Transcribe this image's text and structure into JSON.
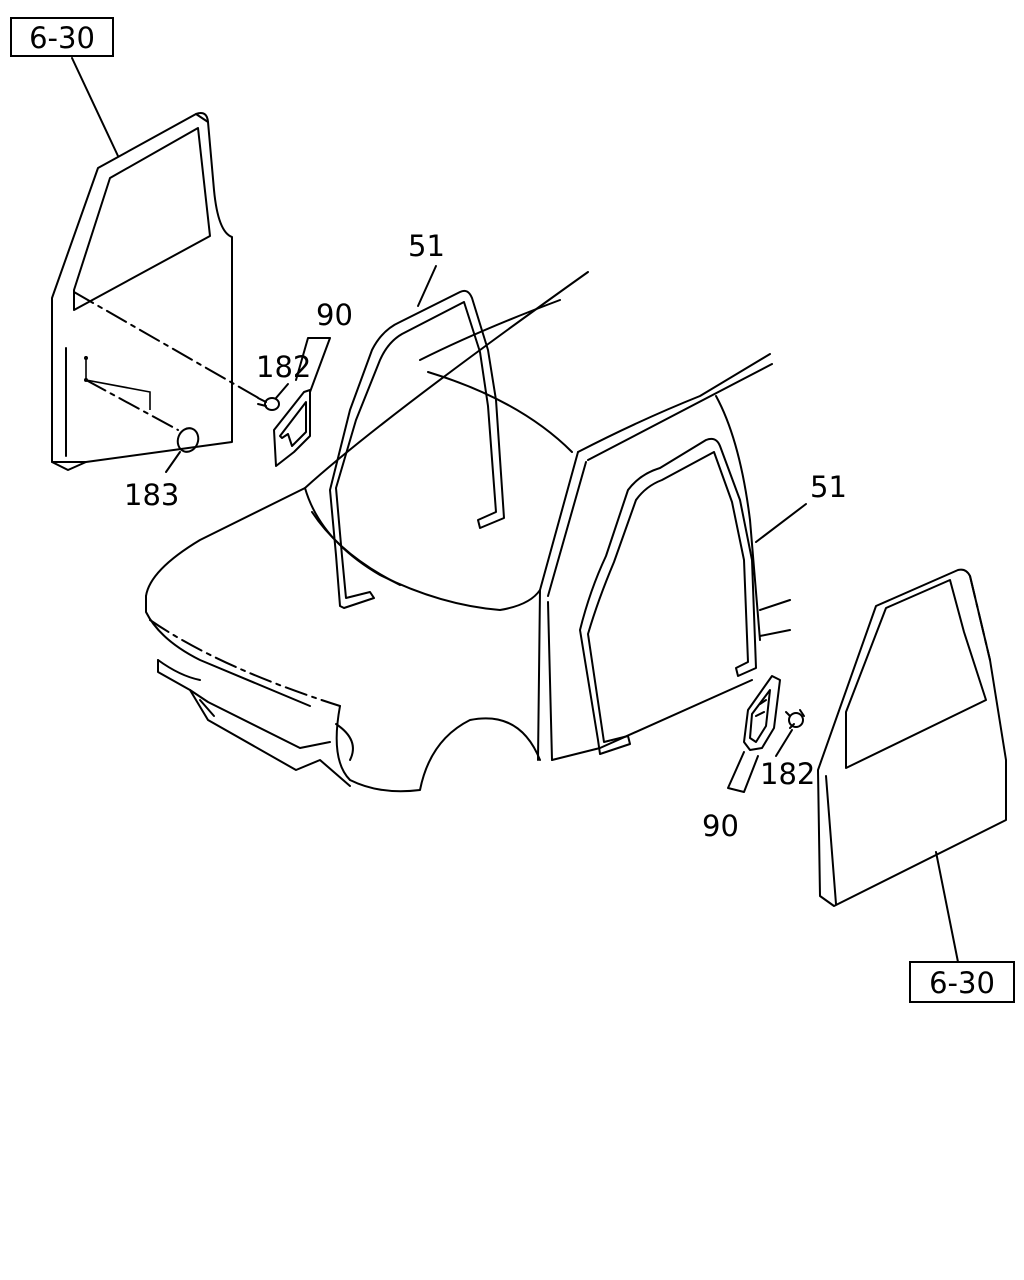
{
  "callouts": {
    "ref_top_left": "6-30",
    "ref_bottom_right": "6-30",
    "part_51_left": "51",
    "part_51_right": "51",
    "part_90_left": "90",
    "part_90_right": "90",
    "part_182_left": "182",
    "part_182_right": "182",
    "part_183": "183"
  }
}
